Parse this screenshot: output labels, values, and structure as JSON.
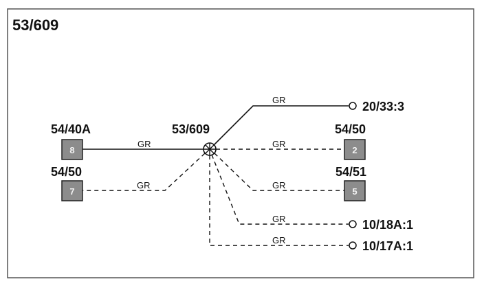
{
  "title": "53/609",
  "splice": {
    "label": "53/609"
  },
  "components": {
    "left_top": {
      "label": "54/40A",
      "pin": "8"
    },
    "left_bottom": {
      "label": "54/50",
      "pin": "7"
    },
    "right_top": {
      "label": "54/50",
      "pin": "2"
    },
    "right_bottom": {
      "label": "54/51",
      "pin": "5"
    }
  },
  "terminals": {
    "t1": "20/33:3",
    "t2": "10/18A:1",
    "t3": "10/17A:1"
  },
  "wires": {
    "w_top": "GR",
    "w_left_top": "GR",
    "w_left_bottom": "GR",
    "w_right_top": "GR",
    "w_right_bottom": "GR",
    "w_t2": "GR",
    "w_t3": "GR"
  }
}
